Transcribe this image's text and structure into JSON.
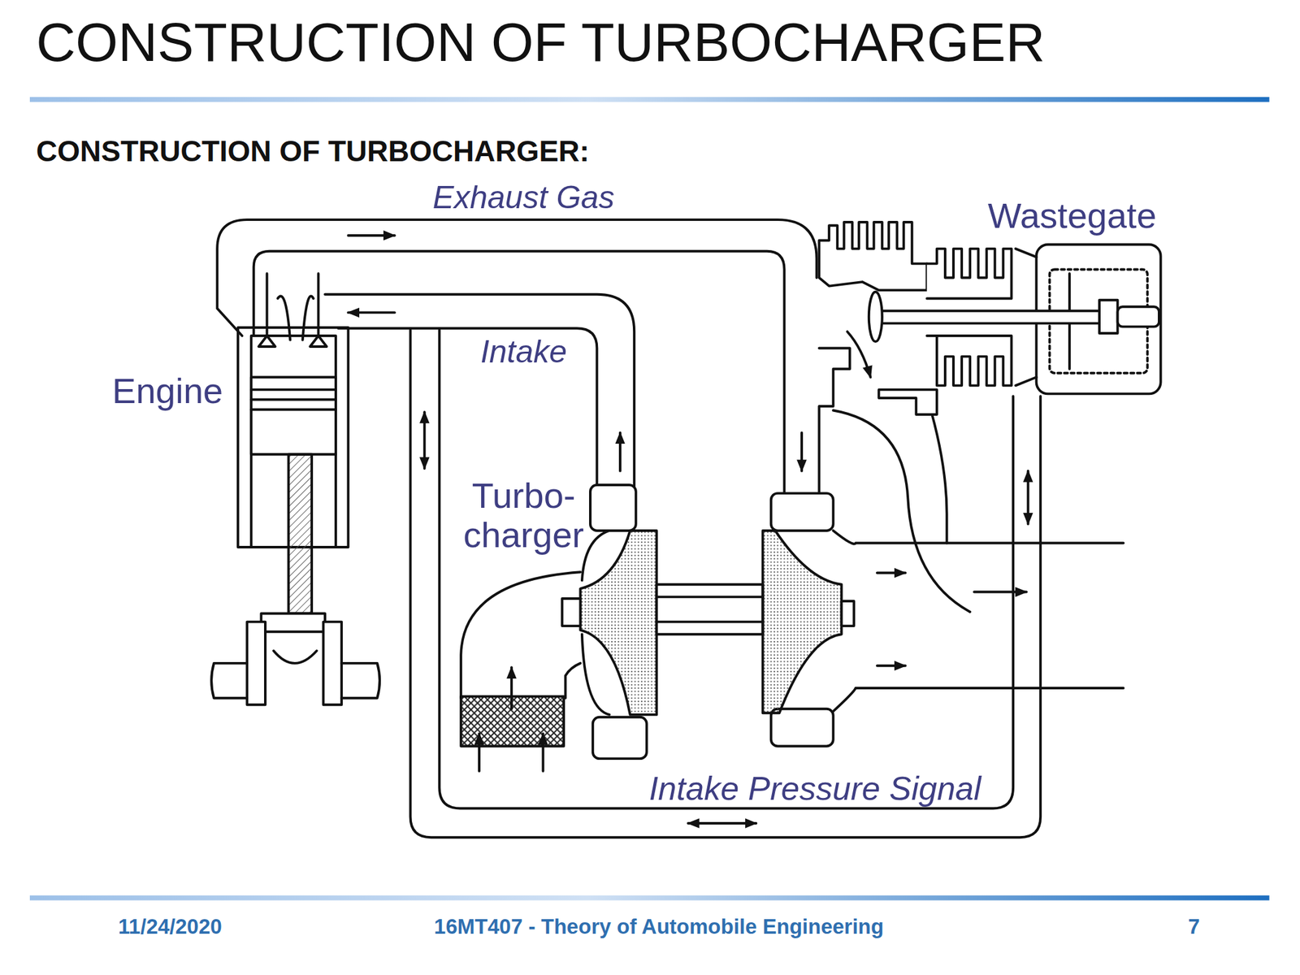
{
  "diagram": {
    "title": "CONSTRUCTION OF TURBOCHARGER",
    "labels": [
      "CONSTRUCTION OF TURBOCHARGER:",
      "Exhaust Gas",
      "Wastegate",
      "Intake",
      "Engine",
      "Turbo- charger",
      "Intake Pressure Signal",
      "11/24/2020",
      "16MT407 - Theory of Automobile Engineering",
      "7"
    ]
  }
}
